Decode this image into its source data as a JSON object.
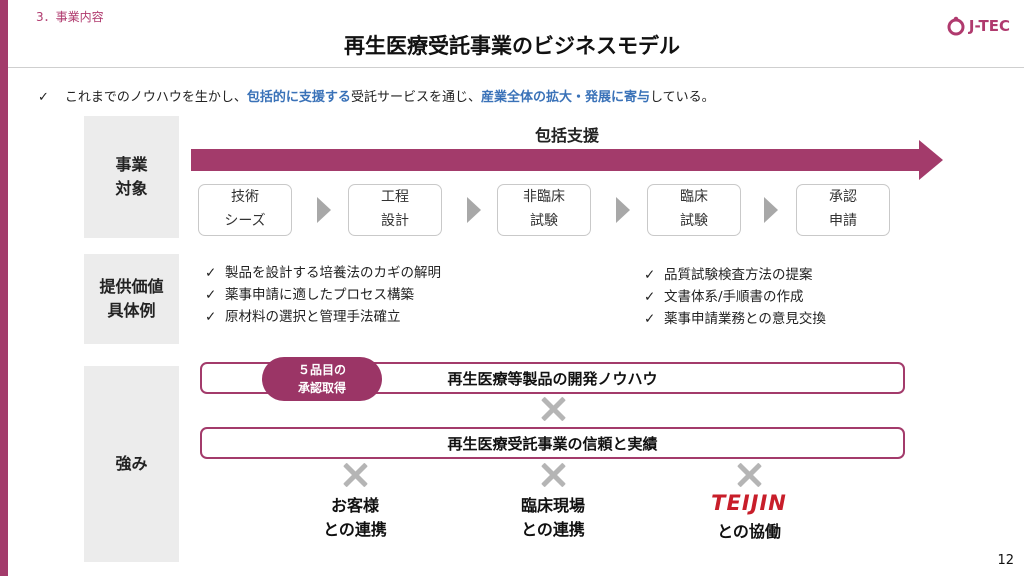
{
  "header": {
    "section": "3．事業内容",
    "title": "再生医療受託事業のビジネスモデル",
    "logo_text": "J-TEC"
  },
  "lead": {
    "check": "✓",
    "part1": "これまでのノウハウを生かし、",
    "highlight1": "包括的に支援する",
    "part2": "受託サービスを通じ、",
    "highlight2": "産業全体の拡大・発展に寄与",
    "part3": "している。"
  },
  "rows": {
    "target_label_1": "事業",
    "target_label_2": "対象",
    "examples_label_1": "提供価値",
    "examples_label_2": "具体例",
    "strength_label": "強み"
  },
  "arrow_title": "包括支援",
  "steps": [
    {
      "line1": "技術",
      "line2": "シーズ"
    },
    {
      "line1": "工程",
      "line2": "設計"
    },
    {
      "line1": "非臨床",
      "line2": "試験"
    },
    {
      "line1": "臨床",
      "line2": "試験"
    },
    {
      "line1": "承認",
      "line2": "申請"
    }
  ],
  "examples_left": [
    "製品を設計する培養法のカギの解明",
    "薬事申請に適したプロセス構築",
    "原材料の選択と管理手法確立"
  ],
  "examples_right": [
    "品質試験検査方法の提案",
    "文書体系/手順書の作成",
    "薬事申請業務との意見交換"
  ],
  "check_mark": "✓",
  "strengths": {
    "badge_line1": "５品目の",
    "badge_line2": "承認取得",
    "bar1": "再生医療等製品の開発ノウハウ",
    "bar2": "再生医療受託事業の信頼と実績"
  },
  "partners": [
    {
      "line1": "お客様",
      "line2": "との連携"
    },
    {
      "line1": "臨床現場",
      "line2": "との連携"
    }
  ],
  "teijin": {
    "logo_text": "TEIJIN",
    "line": "との協働"
  },
  "colors": {
    "accent": "#a33b6b",
    "highlight_blue": "#3a72b8",
    "teijin_red": "#c81e2a"
  },
  "page_number": "12"
}
